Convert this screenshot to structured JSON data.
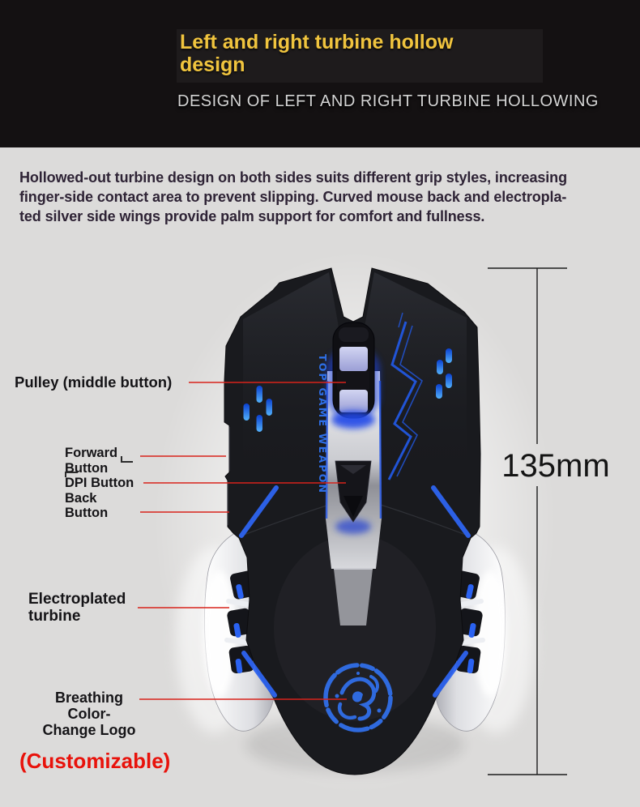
{
  "header": {
    "title": "Left and right turbine hollow design",
    "subtitle": "DESIGN OF LEFT AND RIGHT TURBINE HOLLOWING"
  },
  "description": {
    "lines": [
      "Hollowed-out turbine design on both sides suits different grip styles, increasing",
      "finger-side contact area to prevent slipping. Curved mouse back and electropla-",
      "ted silver side wings provide palm support for comfort and fullness."
    ]
  },
  "callouts": {
    "pulley": "Pulley (middle button)",
    "side_buttons": [
      "Forward",
      "Button",
      "DPI Button",
      "Back",
      "Button"
    ],
    "electroplated": [
      "Electroplated",
      "turbine"
    ],
    "breathing": [
      "Breathing",
      "Color-",
      "Change Logo"
    ],
    "customizable": "(Customizable)"
  },
  "measurement": {
    "height": "135mm"
  },
  "mouse": {
    "engraving": "TOP GAME WEAPON",
    "logo": "dragon-emblem"
  },
  "colors": {
    "header_bg": "#141112",
    "title_yellow": "#f0c43e",
    "subtitle_silver": "#d4d4d4",
    "page_bg": "#dcdbda",
    "description_text": "#2e2335",
    "callout_line_red": "#d8231b",
    "customizable_red": "#e8120b",
    "led_blue": "#2a62f2",
    "logo_blue": "#2f6ade"
  }
}
